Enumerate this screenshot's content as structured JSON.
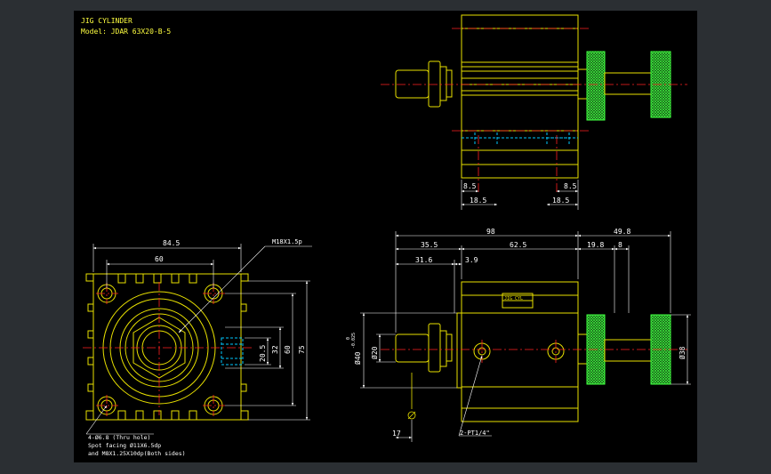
{
  "title_block": {
    "line1": "JIG CYLINDER",
    "line2": "Model: JDAR 63X20-B-5"
  },
  "colors": {
    "sheet": "#000000",
    "frame": "#2b2f33",
    "outline": "#e8e000",
    "dimension": "#ffffff",
    "center_line": "#ff2020",
    "hidden_line": "#00c8ff",
    "knurl": "#40ff40",
    "title_text": "#ffff40"
  },
  "top_view": {
    "dims": {
      "d1": "8.5",
      "d2": "18.5",
      "d3": "18.5",
      "d4": "8.5"
    }
  },
  "front_view": {
    "dims": {
      "width_total": "84.5",
      "width_inner": "60",
      "thread_note": "M18X1.5p",
      "h1": "20.5",
      "h2": "32",
      "h3": "60",
      "h4": "75",
      "note1": "4-Ø6.8 (Thru hole)",
      "note2": "Spot facing Ø11X6.5dp",
      "note3": "and M8X1.25X10dp(Both sides)"
    }
  },
  "side_view": {
    "dims": {
      "length_main": "98",
      "length_knob": "49.8",
      "l1": "35.5",
      "l2": "62.5",
      "l3": "19.8",
      "l4": "8",
      "l5": "31.6",
      "l6": "3.9",
      "dia_rod": "Ø40",
      "dia_rod_tol": "-0.025",
      "dia_rod_tol0": "0",
      "dia_20": "Ø20",
      "dia_38": "Ø38",
      "l7": "17",
      "port_note": "2-PT1/4\""
    },
    "plate_text": "JIG CYL"
  }
}
